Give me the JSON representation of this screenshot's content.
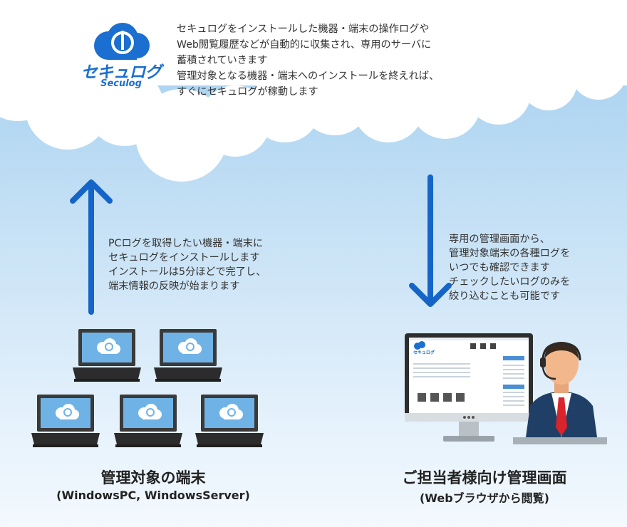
{
  "logo": {
    "name": "セキュログ",
    "subname": "Seculog"
  },
  "intro": {
    "lines": [
      "セキュログをインストールした機器・端末の操作ログや",
      "Web閲覧履歴などが自動的に収集され、専用のサーバに",
      "蓄積されていきます",
      "管理対象となる機器・端末へのインストールを終えれば、",
      "すぐにセキュログが稼動します"
    ]
  },
  "left_desc": {
    "lines": [
      "PCログを取得したい機器・端末に",
      "セキュログをインストールします",
      "インストールは5分ほどで完了し、",
      "端末情報の反映が始まります"
    ]
  },
  "right_desc": {
    "lines": [
      "専用の管理画面から、",
      "管理対象端末の各種ログを",
      "いつでも確認できます",
      "チェックしたいログのみを",
      "絞り込むことも可能です"
    ]
  },
  "left_caption": {
    "title": "管理対象の端末",
    "subtitle": "(WindowsPC, WindowsServer)"
  },
  "right_caption": {
    "title": "ご担当者様向け管理画面",
    "subtitle": "(Webブラウザから閲覧)"
  },
  "monitor": {
    "logo_text": "セキュログ"
  },
  "colors": {
    "arrow": "#1565c8",
    "brand": "#1a6fd0",
    "sky_top": "#9fcdef",
    "sky_bottom": "#f3f9fe"
  },
  "icons": {
    "up_arrow": "arrow-up-icon",
    "down_arrow": "arrow-down-icon",
    "logo": "seculog-cloud-logo-icon",
    "laptop": "laptop-icon",
    "monitor": "monitor-icon",
    "operator": "operator-headset-icon"
  }
}
